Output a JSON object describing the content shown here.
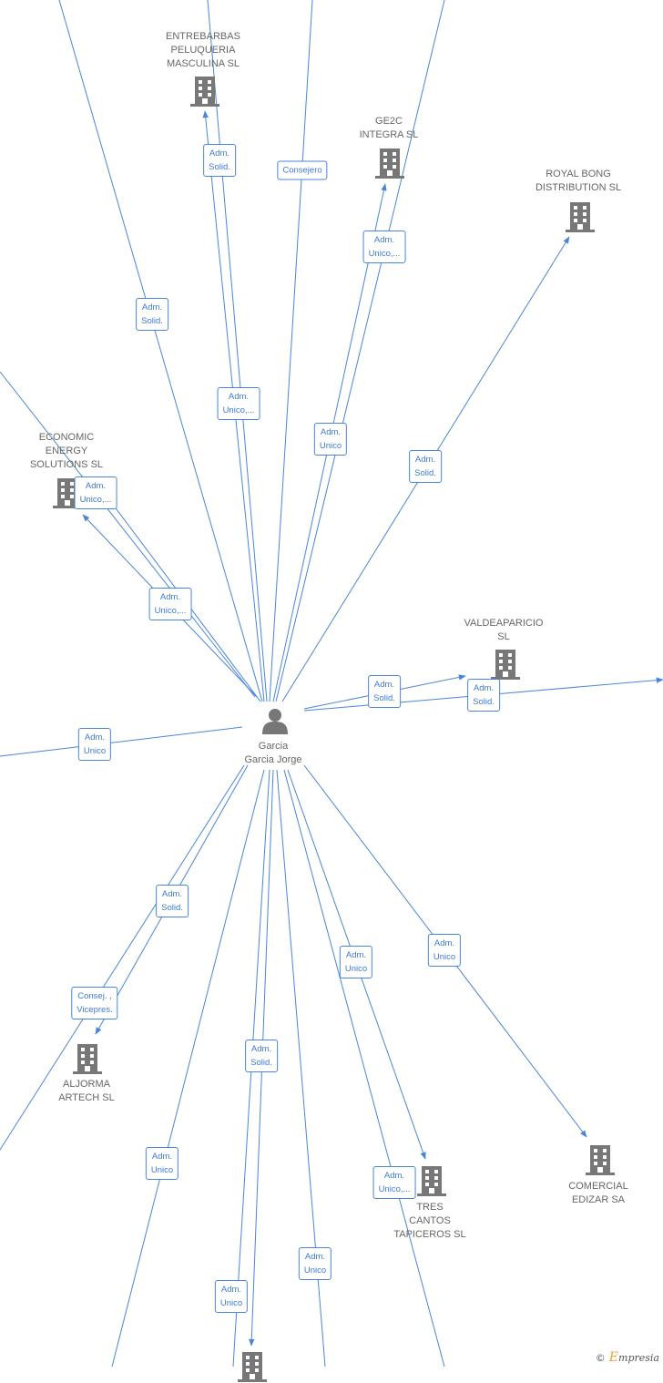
{
  "center": {
    "name": "Garcia\nGarcia Jorge",
    "icon": "person-icon"
  },
  "companies": [
    {
      "id": "entrebarbas",
      "name": "ENTREBARBAS\nPELUQUERIA\nMASCULINA SL",
      "icon": "building-icon"
    },
    {
      "id": "ge2c",
      "name": "GE2C\nINTEGRA SL",
      "icon": "building-icon"
    },
    {
      "id": "royal",
      "name": "ROYAL BONG\nDISTRIBUTION SL",
      "icon": "building-icon"
    },
    {
      "id": "economic",
      "name": "ECONOMIC\nENERGY\nSOLUTIONS SL",
      "icon": "building-icon"
    },
    {
      "id": "valde",
      "name": "VALDEAPARICIO\nSL",
      "icon": "building-icon"
    },
    {
      "id": "aljorma",
      "name": "ALJORMA\nARTECH SL",
      "icon": "building-icon"
    },
    {
      "id": "tres",
      "name": "TRES\nCANTOS\nTAPICEROS SL",
      "icon": "building-icon"
    },
    {
      "id": "edizar",
      "name": "COMERCIAL\nEDIZAR SA",
      "icon": "building-icon"
    },
    {
      "id": "bottom",
      "name": "",
      "icon": "building-icon"
    }
  ],
  "relations": [
    "Adm.\nSolid.",
    "Consejero",
    "Adm.\nUnico,...",
    "Adm.\nSolid.",
    "Adm.\nUnico,...",
    "Adm.\nUnico",
    "Adm.\nSolid.",
    "Adm.\nUnico,...",
    "Adm.\nUnico,...",
    "Adm.\nSolid.",
    "Adm.\nSolid.",
    "Adm.\nUnico",
    "Adm.\nSolid.",
    "Consej. ,\nVicepres.",
    "Adm.\nUnico",
    "Adm.\nUnico",
    "Adm.\nSolid.",
    "Adm.\nUnico,...",
    "Adm.\nUnico",
    "Adm.\nUnico",
    "Adm.\nUnico"
  ],
  "colors": {
    "edge": "#4a86d8",
    "icon": "#777777",
    "label": "#666666"
  },
  "footer": {
    "copyright": "©",
    "brand_initial": "E",
    "brand_rest": "mpresia"
  }
}
